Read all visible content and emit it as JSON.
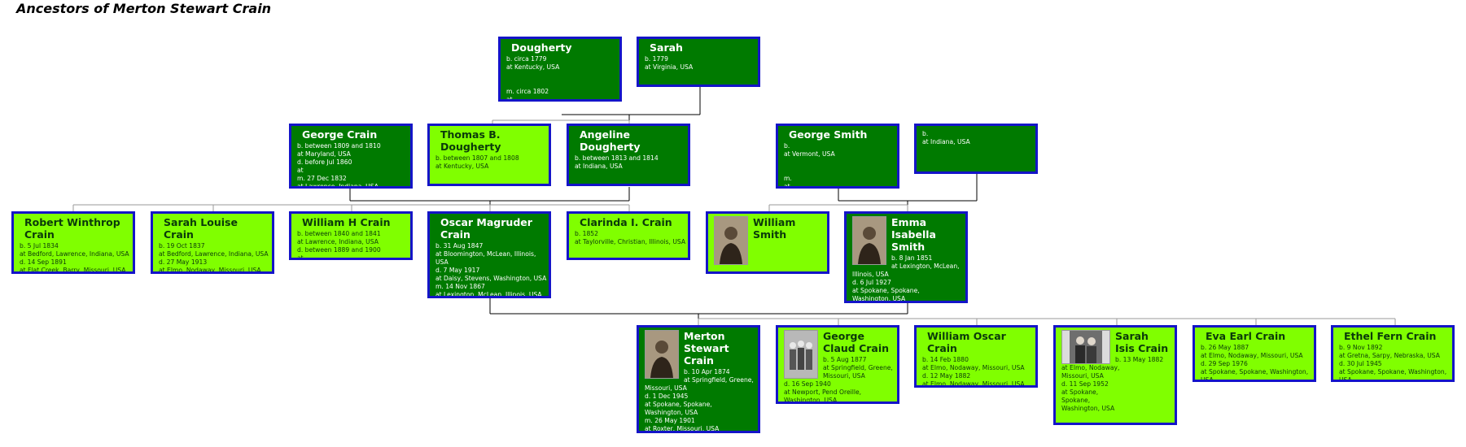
{
  "title": "Ancestors of Merton Stewart Crain",
  "people": {
    "dougherty": {
      "name": "Dougherty",
      "lines": [
        "b. circa 1779",
        "at Kentucky, USA",
        "",
        "",
        "m. circa 1802",
        "at"
      ]
    },
    "sarah": {
      "name": "Sarah",
      "lines": [
        "b. 1779",
        "at Virginia, USA"
      ]
    },
    "george_crain": {
      "name": "George Crain",
      "lines": [
        "b. between 1809 and 1810",
        "at Maryland, USA",
        "d. before Jul 1860",
        "at",
        "m. 27 Dec 1832",
        "at Lawrence, Indiana, USA"
      ]
    },
    "thomas_dougherty": {
      "name": "Thomas B. Dougherty",
      "lines": [
        "b. between 1807 and 1808",
        "at Kentucky, USA"
      ]
    },
    "angeline_dougherty": {
      "name": "Angeline Dougherty",
      "lines": [
        "b. between 1813 and 1814",
        "at Indiana, USA"
      ]
    },
    "george_smith": {
      "name": "George Smith",
      "lines": [
        "b.",
        "at Vermont, USA",
        "",
        "",
        "m.",
        "at"
      ]
    },
    "unknown_wife": {
      "name": "",
      "lines": [
        "b.",
        "at Indiana, USA"
      ]
    },
    "robert_crain": {
      "name": "Robert Winthrop Crain",
      "lines": [
        "b. 5 Jul 1834",
        "at Bedford, Lawrence, Indiana, USA",
        "d. 14 Sep 1891",
        "at Flat Creek, Barry, Missouri, USA"
      ]
    },
    "sarah_louise_crain": {
      "name": "Sarah Louise Crain",
      "lines": [
        "b. 19 Oct 1837",
        "at Bedford, Lawrence, Indiana, USA",
        "d. 27 May 1913",
        "at Elmo, Nodaway, Missouri, USA"
      ]
    },
    "william_h_crain": {
      "name": "William H Crain",
      "lines": [
        "b. between 1840 and 1841",
        "at Lawrence, Indiana, USA",
        "d. between 1889 and 1900",
        "at"
      ]
    },
    "oscar_crain": {
      "name": "Oscar Magruder Crain",
      "lines": [
        "b. 31 Aug 1847",
        "at Bloomington, McLean, Illinois,",
        "USA",
        "d. 7 May 1917",
        "at Daisy, Stevens, Washington, USA",
        "m. 14 Nov 1867",
        "at Lexington, McLean, Illinois, USA"
      ]
    },
    "clarinda_crain": {
      "name": "Clarinda I. Crain",
      "lines": [
        "b. 1852",
        "at Taylorville, Christian, Illinois, USA"
      ]
    },
    "william_smith": {
      "name": "William Smith",
      "lines": []
    },
    "emma_smith": {
      "name": "Emma Isabella Smith",
      "lines": [
        "b. 8 Jan 1851",
        "at Lexington, McLean,",
        "Illinois, USA",
        "d. 6 Jul 1927",
        "at Spokane, Spokane,",
        "Washington, USA"
      ]
    },
    "merton_crain": {
      "name": "Merton Stewart Crain",
      "lines": [
        "b. 10 Apr 1874",
        "at Springfield, Greene,",
        "Missouri, USA",
        "d. 1 Dec 1945",
        "at Spokane, Spokane,",
        "Washington, USA",
        "m. 26 May 1901",
        "at Roxter, Missouri, USA"
      ]
    },
    "george_claud_crain": {
      "name": "George Claud Crain",
      "lines": [
        "b. 5 Aug 1877",
        "at Springfield, Greene,",
        "Missouri, USA",
        "d. 16 Sep 1940",
        "at Newport, Pend Oreille,",
        "Washington, USA"
      ]
    },
    "william_oscar_crain": {
      "name": "William Oscar Crain",
      "lines": [
        "b. 14 Feb 1880",
        "at Elmo, Nodaway, Missouri, USA",
        "d. 12 May 1882",
        "at Elmo, Nodaway, Missouri, USA"
      ]
    },
    "sarah_isis_crain": {
      "name": "Sarah Isis Crain",
      "lines": [
        "b. 13 May 1882",
        "at Elmo, Nodaway,",
        "Missouri, USA",
        "d. 11 Sep 1952",
        "at Spokane,",
        "Spokane,",
        "Washington, USA"
      ]
    },
    "eva_crain": {
      "name": "Eva Earl Crain",
      "lines": [
        "b. 26 May 1887",
        "at Elmo, Nodaway, Missouri, USA",
        "d. 29 Sep 1976",
        "at Spokane, Spokane, Washington,",
        "USA"
      ]
    },
    "ethel_crain": {
      "name": "Ethel Fern Crain",
      "lines": [
        "b. 9 Nov 1892",
        "at Gretna, Sarpy, Nebraska, USA",
        "d. 30 Jul 1945",
        "at Spokane, Spokane, Washington,",
        "USA"
      ]
    }
  },
  "colors": {
    "focus": "#007a00",
    "relative": "#80ff00",
    "border": "#1414c8",
    "line_strong": "#000000",
    "line_soft": "#9a9a9a"
  }
}
